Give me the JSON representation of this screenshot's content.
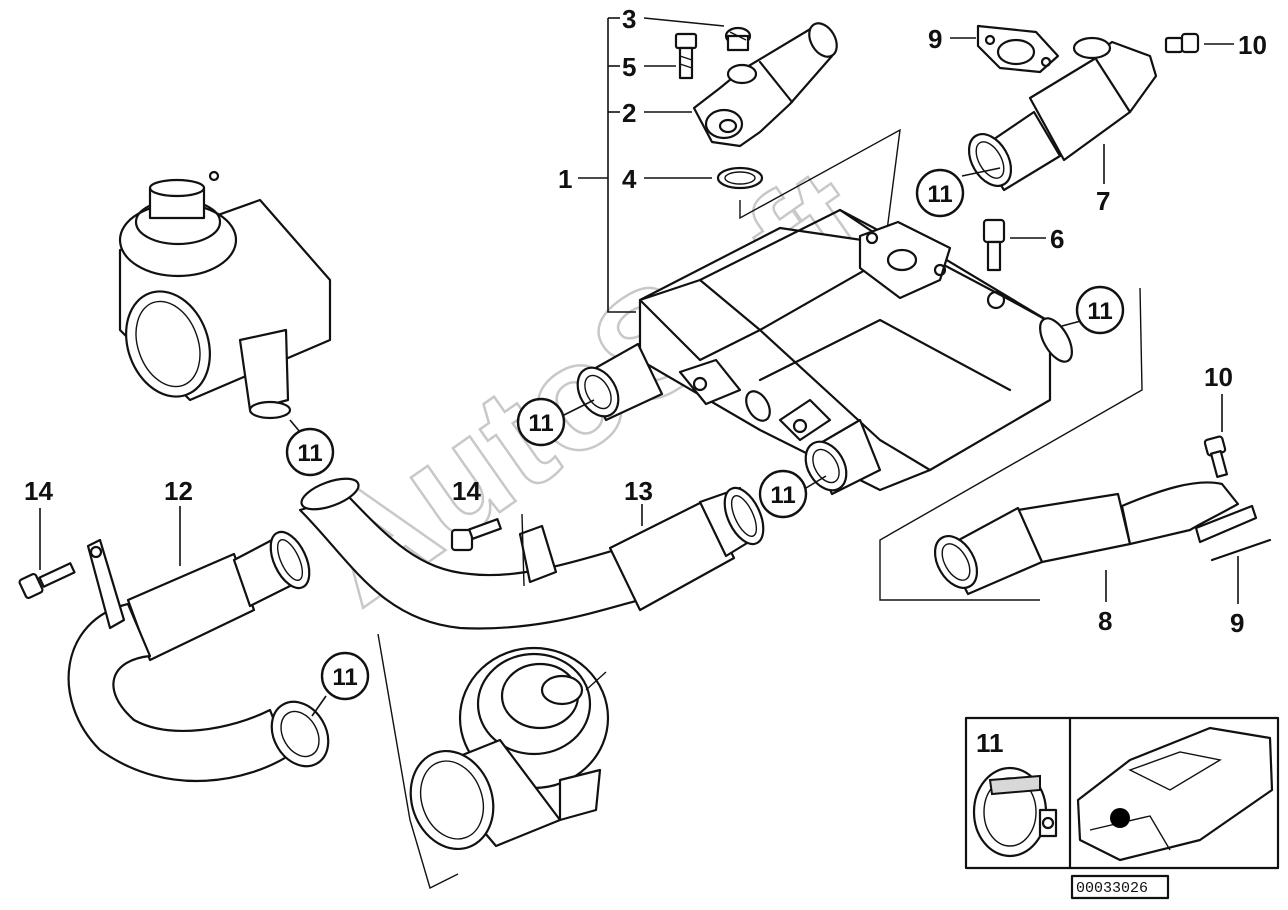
{
  "labels": {
    "p1": "1",
    "p2": "2",
    "p3": "3",
    "p4": "4",
    "p5": "5",
    "p6": "6",
    "p7": "7",
    "p8": "8",
    "p9a": "9",
    "p9b": "9",
    "p10a": "10",
    "p10b": "10",
    "p11": "11",
    "p12": "12",
    "p13": "13",
    "p14a": "14",
    "p14b": "14"
  },
  "watermark": "AutoSoft",
  "inset": {
    "label": "11",
    "code": "00033026"
  }
}
